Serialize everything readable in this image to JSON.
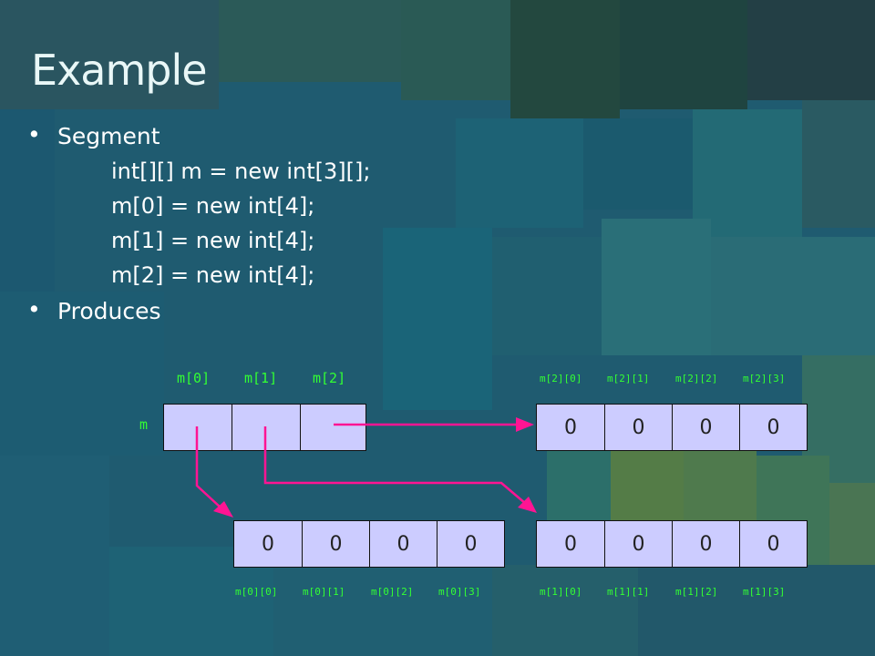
{
  "slide": {
    "title": "Example",
    "bullets": [
      {
        "marker": "•",
        "text": "Segment"
      },
      {
        "marker": "•",
        "text": "Produces"
      }
    ],
    "code_lines": [
      "int[][] m = new int[3][];",
      "m[0] = new int[4];",
      "m[1] = new int[4];",
      "m[2] = new int[4];"
    ]
  },
  "diagram": {
    "variable_label": "m",
    "outer_labels": [
      "m[0]",
      "m[1]",
      "m[2]"
    ],
    "row_m0": {
      "values": [
        "0",
        "0",
        "0",
        "0"
      ],
      "labels": [
        "m[0][0]",
        "m[0][1]",
        "m[0][2]",
        "m[0][3]"
      ]
    },
    "row_m1": {
      "values": [
        "0",
        "0",
        "0",
        "0"
      ],
      "labels": [
        "m[1][0]",
        "m[1][1]",
        "m[1][2]",
        "m[1][3]"
      ]
    },
    "row_m2": {
      "values": [
        "0",
        "0",
        "0",
        "0"
      ],
      "labels": [
        "m[2][0]",
        "m[2][1]",
        "m[2][2]",
        "m[2][3]"
      ]
    },
    "colors": {
      "label": "#33ff33",
      "cell_fill": "#ccccff",
      "arrow": "#ff1493"
    }
  }
}
